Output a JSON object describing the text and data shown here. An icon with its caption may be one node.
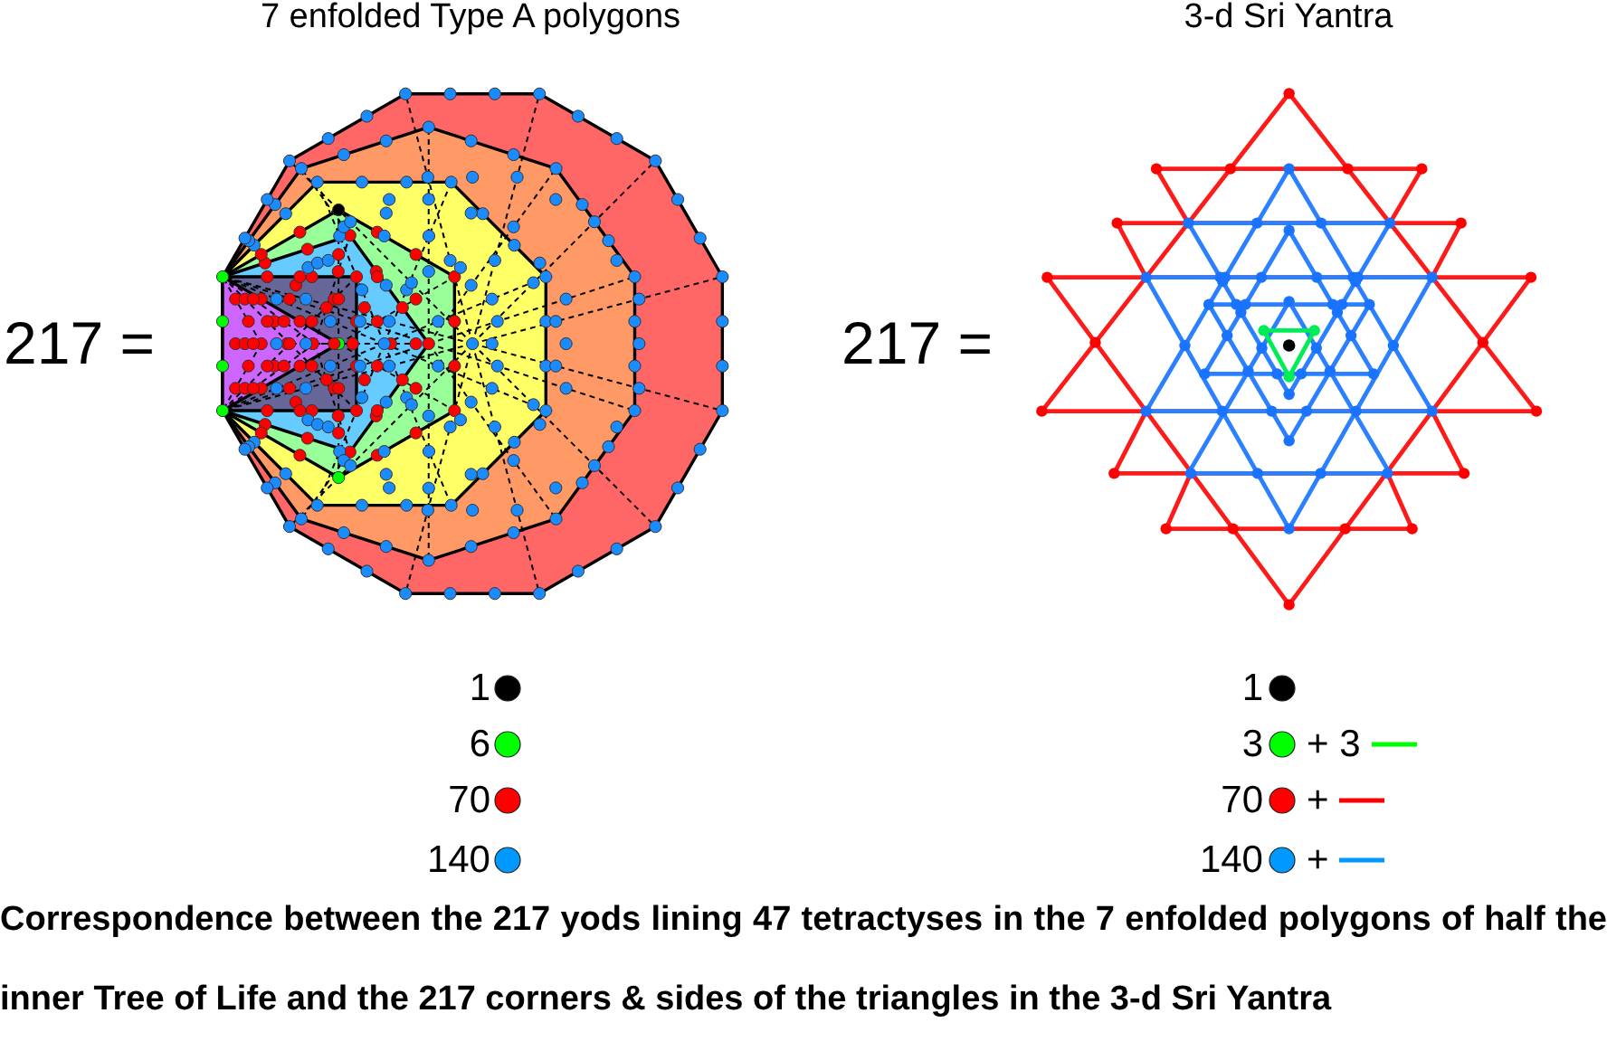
{
  "diagram": {
    "caption": "Correspondence between the 217 yods lining 47 tetractyses in the 7 enfolded polygons of half the inner Tree of Life and the 217 corners & sides of the triangles in the 3-d Sri Yantra",
    "labels": [
      "7 enfolded Type A polygons",
      "3-d Sri Yantra",
      "217 =",
      "217 ="
    ],
    "legend": [
      {
        "text": "1",
        "color": "#000000"
      },
      {
        "text": "6",
        "color": "#00ff00"
      },
      {
        "text": "70",
        "color": "#ff0000"
      },
      {
        "text": "140",
        "color": "#0099ff"
      },
      {
        "text": "1",
        "color": "#000000"
      },
      {
        "text": "3",
        "color": "#00ff00"
      },
      {
        "text": "+ 3"
      },
      {
        "text": "70",
        "color": "#ff0000"
      },
      {
        "text": "+"
      },
      {
        "text": "140",
        "color": "#0099ff"
      },
      {
        "text": "+"
      }
    ]
  }
}
